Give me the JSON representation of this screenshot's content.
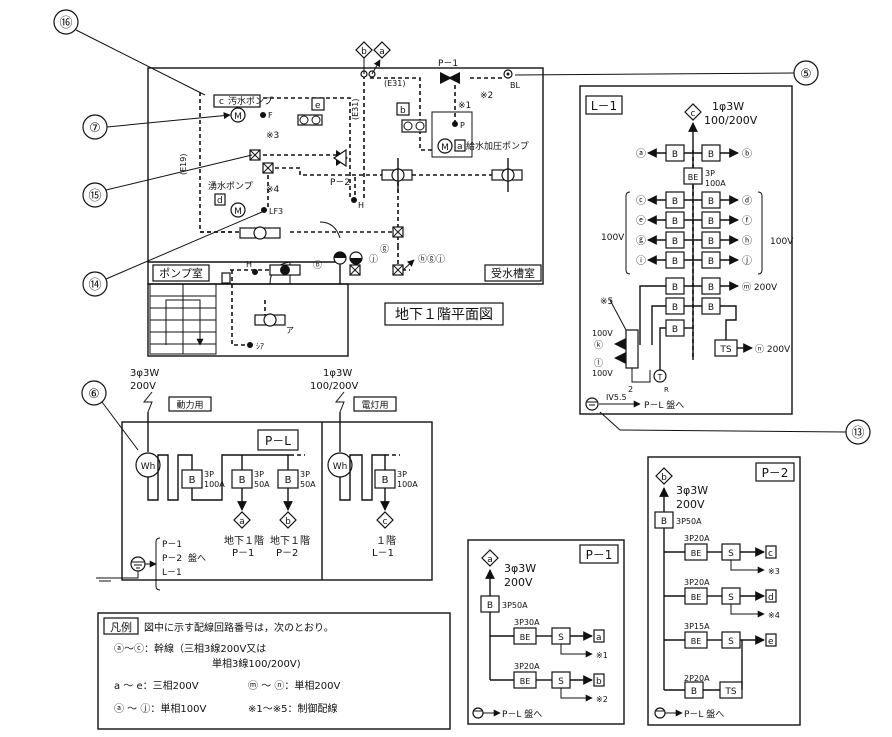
{
  "callouts": [
    "⑯",
    "⑦",
    "⑮",
    "⑭",
    "⑤",
    "⑥",
    "⑬"
  ],
  "floorplan": {
    "title": "地下１階平面図",
    "room_pump": "ポンプ室",
    "room_tank": "受水槽室",
    "sewage_pump": "汚水ポンプ",
    "drain_pump": "湧水ポンプ",
    "booster_pump": "給水加圧ポンプ",
    "labels": {
      "c": "c",
      "e": "e",
      "b": "b",
      "d": "d",
      "a": "a",
      "F": "F",
      "LF3": "LF3",
      "H": "H",
      "BL": "BL",
      "P": "P",
      "E19": "(E19)",
      "E31a": "(E31)",
      "E31b": "(E31)",
      "n1": "※1",
      "n2": "※2",
      "n3": "※3",
      "n4": "※4",
      "P1": "P－1",
      "P2": "P－2",
      "M": "M",
      "j": "ⓙ",
      "b2": "ⓑ",
      "bgj": "ⓑⓖⓙ",
      "g": "ⓖ",
      "arrow_b": "b",
      "arrow_a": "a",
      "A": "ア",
      "JA": "ｼｱ"
    }
  },
  "pl_panel": {
    "title": "P－L",
    "supply_power": [
      "3φ3W",
      "200V"
    ],
    "supply_light": [
      "1φ3W",
      "100/200V"
    ],
    "tag_power": "動力用",
    "tag_light": "電灯用",
    "wh": "Wh",
    "breakers": [
      {
        "l": "B",
        "r1": "3P",
        "r2": "100A"
      },
      {
        "l": "B",
        "r1": "3P",
        "r2": "50A"
      },
      {
        "l": "B",
        "r1": "3P",
        "r2": "50A"
      },
      {
        "l": "B",
        "r1": "3P",
        "r2": "100A"
      }
    ],
    "dest": [
      {
        "tag": "a",
        "line1": "地下１階",
        "line2": "P－1"
      },
      {
        "tag": "b",
        "line1": "地下１階",
        "line2": "P－2"
      },
      {
        "tag": "c",
        "line1": "１階",
        "line2": "L－1"
      }
    ],
    "ground_list": [
      "P－1",
      "P－2",
      "L－1"
    ],
    "ground_note": "盤へ"
  },
  "legend": {
    "title": "凡例",
    "intro": "図中に示す配線回路番号は，次のとおり。",
    "r1a": "ⓐ～ⓒ：幹線（三相3線200V又は",
    "r1b": "単相3線100/200V)",
    "r2a": "a ～ e：三相200V",
    "r2b": "ⓜ ～ ⓝ：単相200V",
    "r3a": "ⓐ ～ ⓙ：単相100V",
    "r3b": "※1～※5：制御配線"
  },
  "l1": {
    "title": "L－1",
    "supply": [
      "1φ3W",
      "100/200V"
    ],
    "top_tag": "c",
    "be": [
      "BE",
      "3P",
      "100A"
    ],
    "left": [
      "ⓐ",
      "ⓒ",
      "ⓔ",
      "ⓖ",
      "ⓘ"
    ],
    "right": [
      "ⓑ",
      "ⓓ",
      "ⓕ",
      "ⓗ",
      "ⓙ"
    ],
    "m": "ⓜ 200V",
    "n": "ⓝ 200V",
    "v100": "100V",
    "k": "ⓚ",
    "l": "ⓛ",
    "n5": "※5",
    "ts": "TS",
    "t": "T",
    "r": "R",
    "two": "2",
    "ground": "IV5.5",
    "to": "P－L 盤へ"
  },
  "p1": {
    "title": "P－1",
    "supply": [
      "3φ3W",
      "200V"
    ],
    "top_tag": "a",
    "main": [
      "B",
      "3P50A"
    ],
    "rows": [
      {
        "rating": "3P30A",
        "be": "BE",
        "s": "S",
        "out": "a",
        "note": "※1"
      },
      {
        "rating": "3P20A",
        "be": "BE",
        "s": "S",
        "out": "b",
        "note": "※2"
      }
    ],
    "to": "P－L 盤へ"
  },
  "p2": {
    "title": "P－2",
    "supply": [
      "3φ3W",
      "200V"
    ],
    "top_tag": "b",
    "main": [
      "B",
      "3P50A"
    ],
    "rows": [
      {
        "rating": "3P20A",
        "be": "BE",
        "s": "S",
        "out": "c",
        "note": "※3"
      },
      {
        "rating": "3P20A",
        "be": "BE",
        "s": "S",
        "out": "d",
        "note": "※4"
      },
      {
        "rating": "3P15A",
        "be": "BE",
        "s": "S",
        "out": "e",
        "note": ""
      }
    ],
    "last": {
      "rating": "2P20A",
      "b": "B",
      "ts": "TS"
    },
    "to": "P－L 盤へ"
  }
}
